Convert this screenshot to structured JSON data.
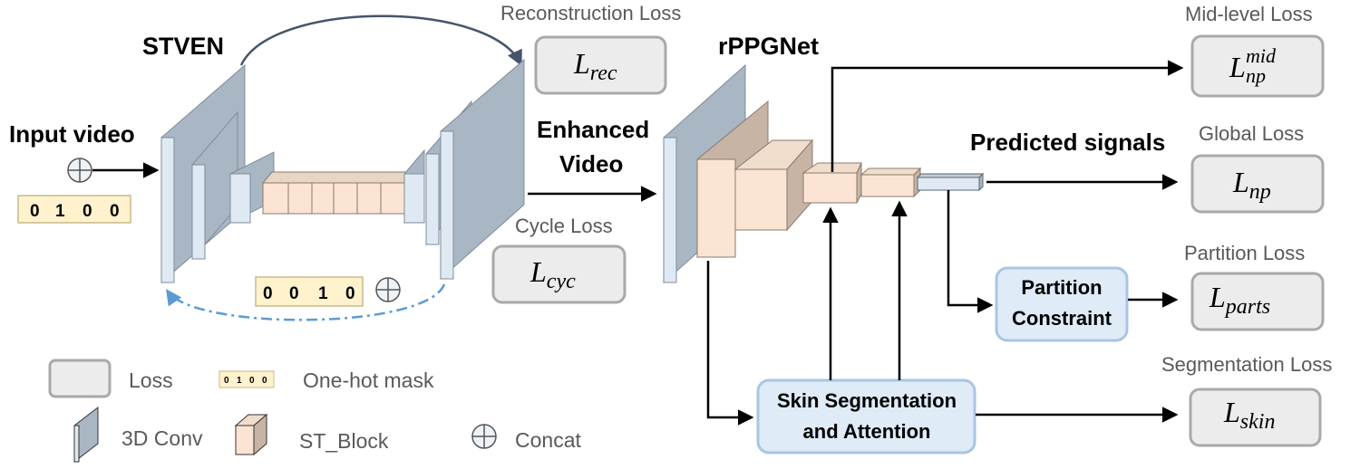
{
  "labels": {
    "stven": "STVEN",
    "rppgnet": "rPPGNet",
    "input_video": "Input video",
    "enhanced_line1": "Enhanced",
    "enhanced_line2": "Video",
    "predicted_signals": "Predicted signals"
  },
  "masks": {
    "input": [
      "0",
      "1",
      "0",
      "0"
    ],
    "target": [
      "0",
      "0",
      "1",
      "0"
    ],
    "legend": [
      "0",
      "1",
      "0",
      "0"
    ]
  },
  "losses": {
    "rec": {
      "caption": "Reconstruction Loss",
      "main": "L",
      "sub": "rec",
      "sup": ""
    },
    "cyc": {
      "caption": "Cycle Loss",
      "main": "L",
      "sub": "cyc",
      "sup": ""
    },
    "mid": {
      "caption": "Mid-level Loss",
      "main": "L",
      "sub": "np",
      "sup": "mid"
    },
    "global": {
      "caption": "Global Loss",
      "main": "L",
      "sub": "np",
      "sup": ""
    },
    "parts": {
      "caption": "Partition Loss",
      "main": "L",
      "sub": "parts",
      "sup": ""
    },
    "skin": {
      "caption": "Segmentation Loss",
      "main": "L",
      "sub": "skin",
      "sup": ""
    }
  },
  "boxes": {
    "partition_line1": "Partition",
    "partition_line2": "Constraint",
    "skin_line1": "Skin Segmentation",
    "skin_line2": "and Attention"
  },
  "legend": {
    "loss": "Loss",
    "onehot": "One-hot mask",
    "conv3d": "3D Conv",
    "stblock": "ST_Block",
    "concat": "Concat"
  },
  "colors": {
    "conv_front": "#dee9f3",
    "conv_side": "#a9b6c3",
    "st_front": "#fbe4d3",
    "st_side": "#c8b4a4",
    "mask_fill": "#fff2cc",
    "loss_fill": "#ececec",
    "attention_fill": "#dfebf7",
    "cycle_arc": "#5b9bd5",
    "recon_arc": "#44546a"
  }
}
